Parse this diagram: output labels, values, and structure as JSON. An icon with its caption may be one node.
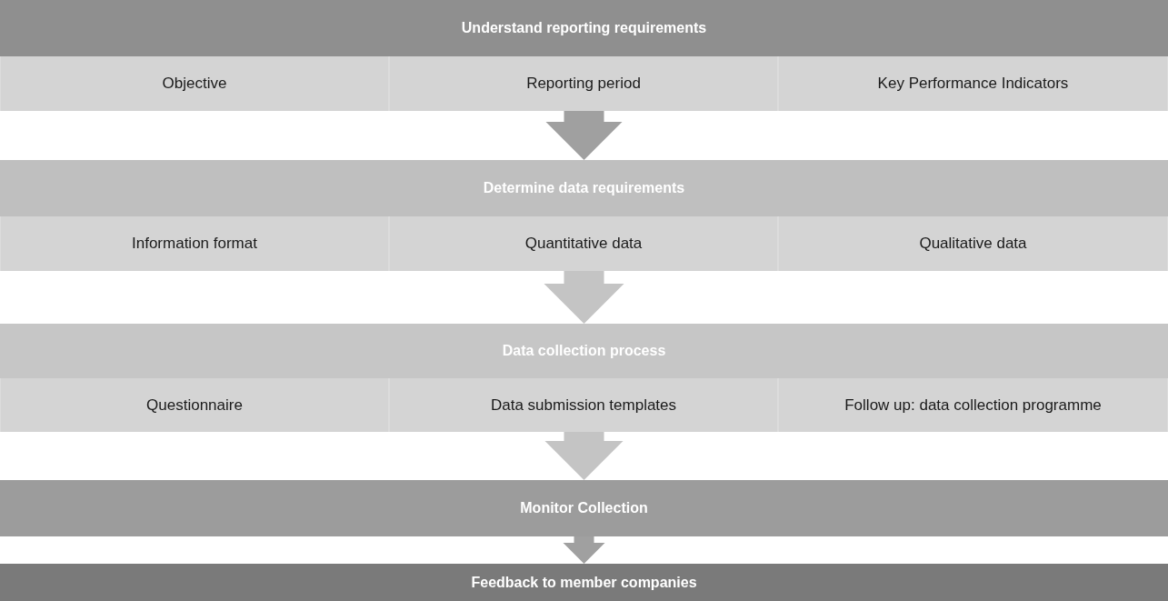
{
  "diagram": {
    "nodes": [
      {
        "text": [
          "Understand reporting requirements"
        ]
      },
      {
        "text": [
          "Objective"
        ]
      },
      {
        "text": [
          "Reporting period"
        ]
      },
      {
        "text": [
          "Key Performance Indicators"
        ]
      },
      {
        "text": [
          "Determine data requirements"
        ]
      },
      {
        "text": [
          "Information format"
        ]
      },
      {
        "text": [
          "Quantitative data"
        ]
      },
      {
        "text": [
          "Qualitative data"
        ]
      },
      {
        "text": [
          "Data collection process"
        ]
      },
      {
        "text": [
          "Questionnaire"
        ]
      },
      {
        "text": [
          "Data submission templates"
        ]
      },
      {
        "text": [
          "Follow up: data collection programme"
        ]
      },
      {
        "text": [
          "Monitor Collection"
        ]
      },
      {
        "text": [
          "Feedback to member companies"
        ]
      }
    ],
    "edges": [
      {
        "from": 2,
        "to": 4,
        "arrow": "to",
        "color": "#a0a0a0"
      },
      {
        "from": 6,
        "to": 8,
        "arrow": "to",
        "color": "#c4c4c4"
      },
      {
        "from": 10,
        "to": 12,
        "arrow": "to",
        "color": "#c4c4c4"
      },
      {
        "from": 12,
        "to": 13,
        "arrow": "to",
        "color": "#a0a0a0"
      }
    ]
  }
}
